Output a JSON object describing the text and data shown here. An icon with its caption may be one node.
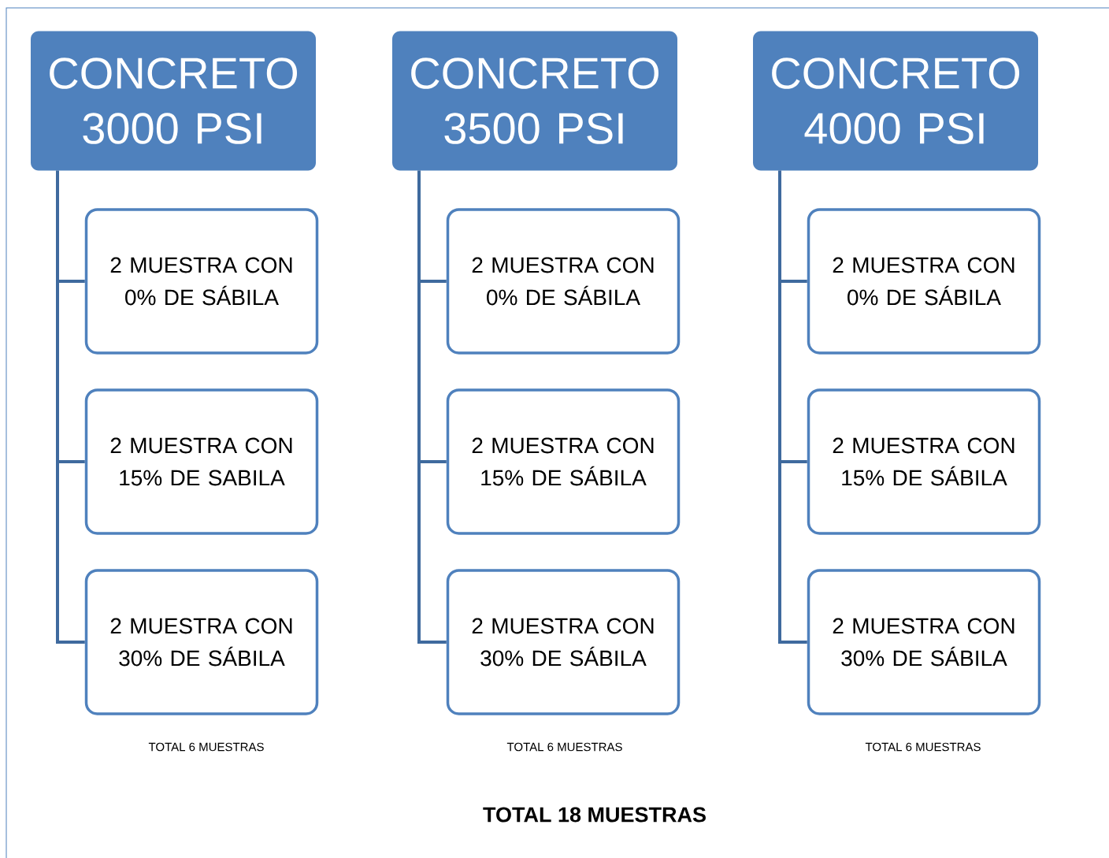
{
  "diagram": {
    "nodes": [
      {
        "text": [
          "CONCRETO 3000 PSI"
        ]
      },
      {
        "text": [
          "2 MUESTRA CON 0% DE SÁBILA"
        ]
      },
      {
        "text": [
          "2 MUESTRA CON 15% DE SABILA"
        ]
      },
      {
        "text": [
          "2 MUESTRA CON 30% DE SÁBILA"
        ]
      },
      {
        "text": [
          "CONCRETO 3500 PSI"
        ]
      },
      {
        "text": [
          "2 MUESTRA CON 0% DE SÁBILA"
        ]
      },
      {
        "text": [
          "2 MUESTRA CON 15% DE SÁBILA"
        ]
      },
      {
        "text": [
          "2 MUESTRA CON 30% DE SÁBILA"
        ]
      },
      {
        "text": [
          "CONCRETO 4000 PSI"
        ]
      },
      {
        "text": [
          "2 MUESTRA CON 0% DE SÁBILA"
        ]
      },
      {
        "text": [
          "2 MUESTRA CON 15% DE SÁBILA"
        ]
      },
      {
        "text": [
          "2 MUESTRA CON 30% DE SÁBILA"
        ]
      }
    ],
    "edges": [
      {
        "from": 0,
        "to": 1,
        "arrow": "none"
      },
      {
        "from": 0,
        "to": 2,
        "arrow": "none"
      },
      {
        "from": 0,
        "to": 3,
        "arrow": "none"
      },
      {
        "from": 4,
        "to": 5,
        "arrow": "none"
      },
      {
        "from": 4,
        "to": 6,
        "arrow": "none"
      },
      {
        "from": 4,
        "to": 7,
        "arrow": "none"
      },
      {
        "from": 8,
        "to": 9,
        "arrow": "none"
      },
      {
        "from": 8,
        "to": 10,
        "arrow": "none"
      },
      {
        "from": 8,
        "to": 11,
        "arrow": "none"
      }
    ],
    "labels": [
      "TOTAL 6 MUESTRAS",
      "TOTAL 6 MUESTRAS",
      "TOTAL 6 MUESTRAS",
      "TOTAL 18 MUESTRAS"
    ]
  }
}
